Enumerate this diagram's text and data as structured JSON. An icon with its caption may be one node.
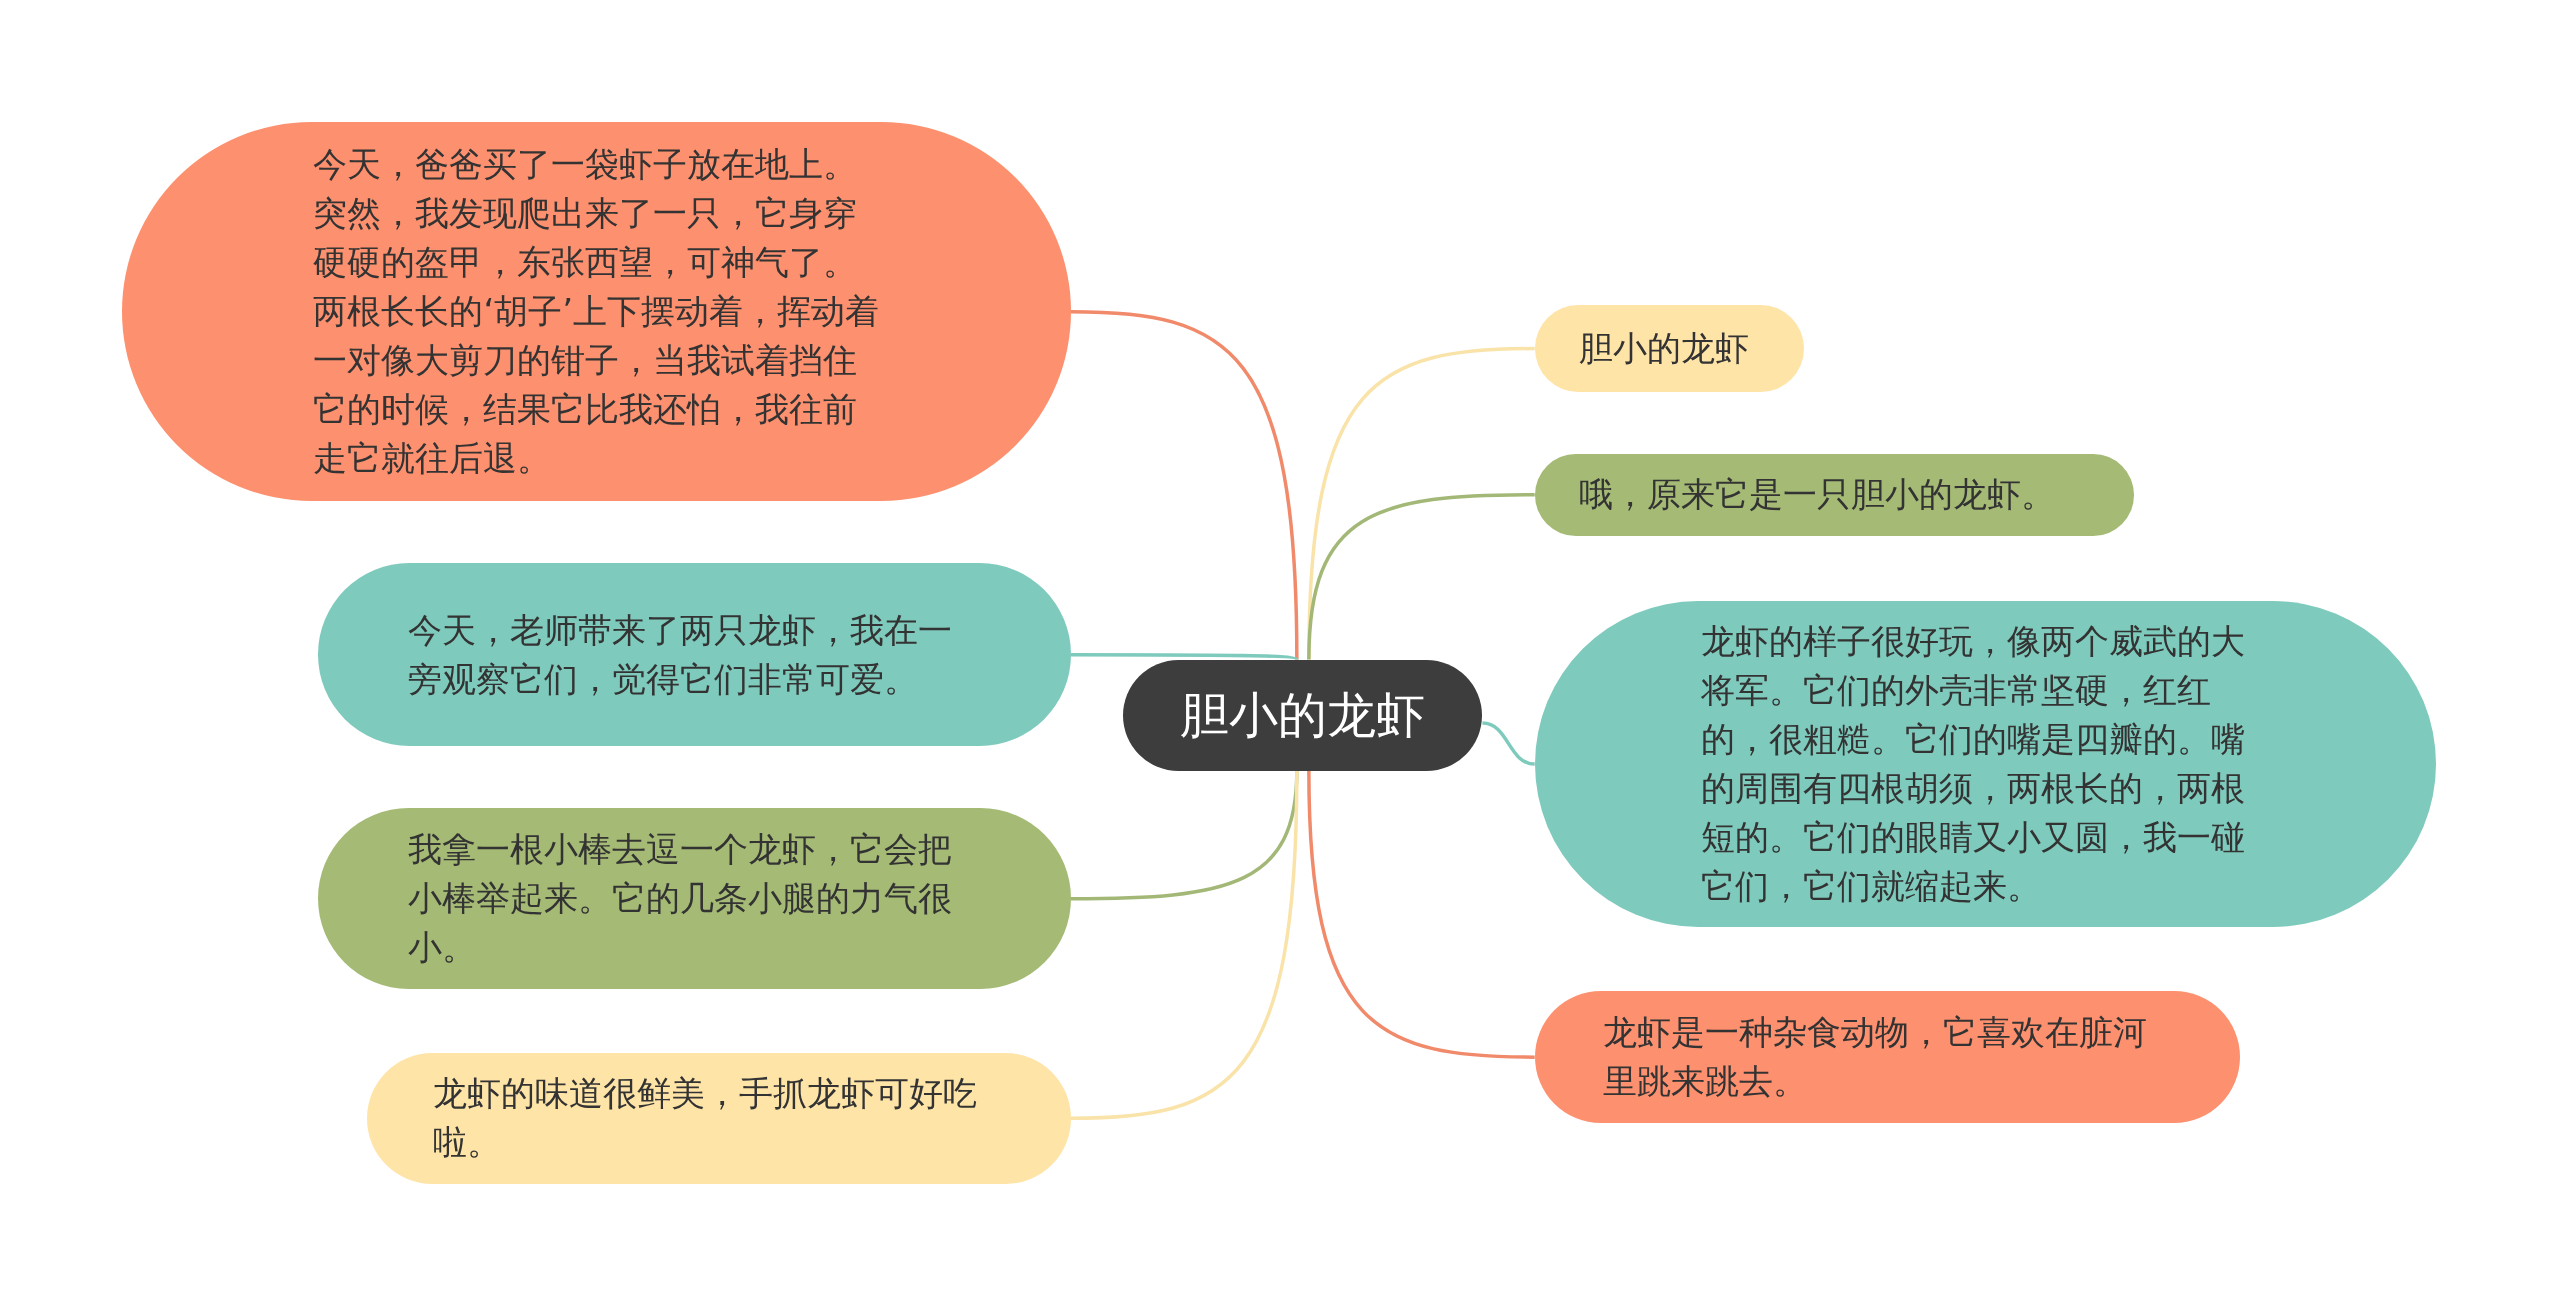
{
  "diagram": {
    "nodes": [
      {
        "text": [
          "胆小的龙虾"
        ]
      },
      {
        "text": [
          "胆小的龙虾"
        ]
      },
      {
        "text": [
          "哦，原来它是一只胆小的龙虾。"
        ]
      },
      {
        "text": [
          "龙虾的样子很好玩，像两个威武的大将军。它们的外壳非常坚硬，红红的，很粗糙。它们的嘴是四瓣的。嘴的周围有四根胡须，两根长的，两根短的。它们的眼睛又小又圆，我一碰它们，它们就缩起来。"
        ]
      },
      {
        "text": [
          "龙虾是一种杂食动物，它喜欢在脏河里跳来跳去。"
        ]
      },
      {
        "text": [
          "今天，爸爸买了一袋虾子放在地上。突然，我发现爬出来了一只，它身穿硬硬的盔甲，东张西望，可神气了。两根长长的‘胡子’上下摆动着，挥动着一对像大剪刀的钳子，当我试着挡住它的时候，结果它比我还怕，我往前走它就往后退。"
        ]
      },
      {
        "text": [
          "今天，老师带来了两只龙虾，我在一旁观察它们，觉得它们非常可爱。"
        ]
      },
      {
        "text": [
          "我拿一根小棒去逗一个龙虾，它会把小棒举起来。它的几条小腿的力气很小。"
        ]
      },
      {
        "text": [
          "龙虾的味道很鲜美，手抓龙虾可好吃啦。"
        ]
      }
    ],
    "edges": [
      {
        "from": 0,
        "to": 1,
        "arrow": "none",
        "color": "#f9e3a9"
      },
      {
        "from": 0,
        "to": 2,
        "arrow": "none",
        "color": "#a3b877"
      },
      {
        "from": 0,
        "to": 3,
        "arrow": "none",
        "color": "#7ecabc"
      },
      {
        "from": 0,
        "to": 4,
        "arrow": "none",
        "color": "#f08a6a"
      },
      {
        "from": 0,
        "to": 5,
        "arrow": "none",
        "color": "#f08a6a"
      },
      {
        "from": 0,
        "to": 6,
        "arrow": "none",
        "color": "#7ecabc"
      },
      {
        "from": 0,
        "to": 7,
        "arrow": "none",
        "color": "#a3b877"
      },
      {
        "from": 0,
        "to": 8,
        "arrow": "none",
        "color": "#f9e3a9"
      }
    ]
  }
}
